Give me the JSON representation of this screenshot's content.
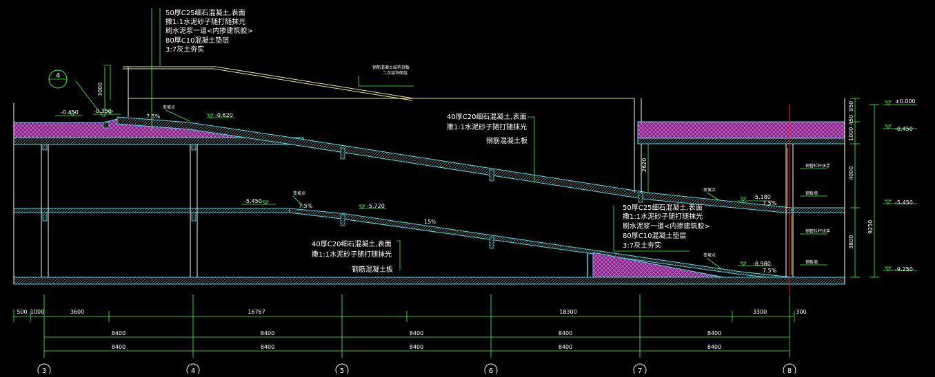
{
  "colors": {
    "background": "#000000",
    "concrete_fill": "#8a1f8a",
    "slab_outline": "#40e0e0",
    "hatch": "#d0d0d0",
    "section_line": "#e8e890",
    "wall_line": "#ffffff",
    "dim_line": "#40ff40",
    "leader": "#40ff40",
    "red_line": "#ff2020",
    "text": "#ffffff",
    "grid_axis": "#ffffff"
  },
  "top_note": [
    "50厚C25细石混凝土,表面",
    "撒1:1水泥砂子随打随抹光",
    "刷水泥浆一道<内掺建筑胶>",
    "80厚C10混凝土垫层",
    "3:7灰土夯实"
  ],
  "top_leader_note": [
    "钢筋混凝土结构顶板",
    "二次装饰面层"
  ],
  "upper_ramp_note": [
    "40厚C20细石混凝土,表面",
    "撒1:1水泥砂子随打随抹光",
    "钢筋混凝土板"
  ],
  "lower_ramp_note": [
    "40厚C20细石混凝土,表面",
    "撒1:1水泥砂子随打随抹光",
    "钢筋混凝土板"
  ],
  "lower_right_note": [
    "50厚C25细石混凝土,表面",
    "撒1:1水泥砂子随打随抹光",
    "刷水泥浆一道<内掺建筑胶>",
    "80厚C10混凝土垫层",
    "3:7灰土夯实"
  ],
  "detail_ref": "4",
  "elevations": {
    "top_left_1": "-0.450",
    "top_left_2": "-0.350",
    "top_slope_1": "7.5%",
    "top_slope_2": "-0.620",
    "mid_left": "-5.450",
    "mid_slope_1": "7.5%",
    "mid_slope_2": "-5.720",
    "mid_slope_3": "15%",
    "upper_right": "-5.180",
    "upper_right_slope": "7.5%",
    "lower_right": "-8.980",
    "lower_right_slope": "7.5%",
    "right_zero": "±0.000",
    "right_1": "-0.450",
    "right_2": "-5.450",
    "right_3": "-9.250"
  },
  "small_labels": {
    "slope_tag_top": "变坡点",
    "slope_tag_mid": "变坡点",
    "slope_tag_upper_right": "变坡点",
    "slope_tag_lower_right": "变坡点",
    "wall_tag_1": "钢管栏杆扶手",
    "wall_tag_2": "钢板墙",
    "wall_tag_3": "钢管栏杆扶手",
    "wall_tag_4": "钢板墙"
  },
  "vertical_dims": {
    "left_3000": "3000",
    "mid_2620": "2620",
    "r_950": "950",
    "r_450": "450",
    "r_1000": "1000",
    "r_4000": "4000",
    "r_3800": "3800",
    "r_9250": "9250"
  },
  "horizontal_dims": {
    "row1": [
      "500",
      "1000",
      "3600",
      "16767",
      "18300",
      "3300",
      "300"
    ],
    "row2": [
      "8400",
      "8400",
      "8400",
      "8400",
      "8400"
    ],
    "row3": [
      "8400",
      "8400",
      "8400",
      "8400",
      "8400"
    ]
  },
  "grid_axes": [
    "3",
    "4",
    "5",
    "6",
    "7",
    "8"
  ]
}
